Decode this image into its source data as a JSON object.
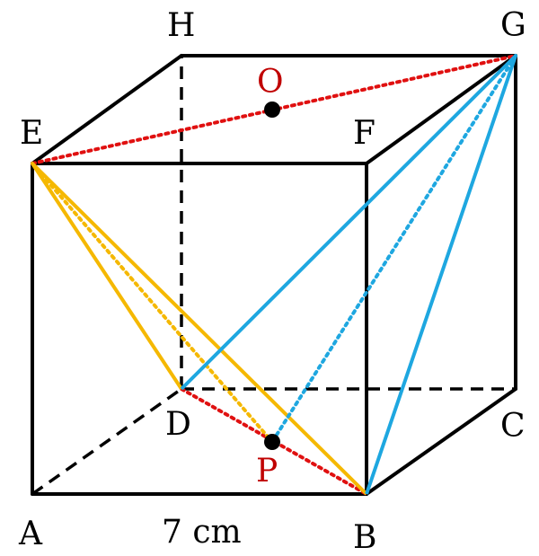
{
  "vertices": {
    "A": "A",
    "B": "B",
    "C": "C",
    "D": "D",
    "E": "E",
    "F": "F",
    "G": "G",
    "H": "H"
  },
  "points": {
    "O": "O",
    "P": "P"
  },
  "dimension_label": "7 cm",
  "colors": {
    "edge": "#000000",
    "red_dotted": "#e01010",
    "yellow": "#f5b800",
    "blue": "#1ea7e0",
    "point_label": "#c00000"
  }
}
